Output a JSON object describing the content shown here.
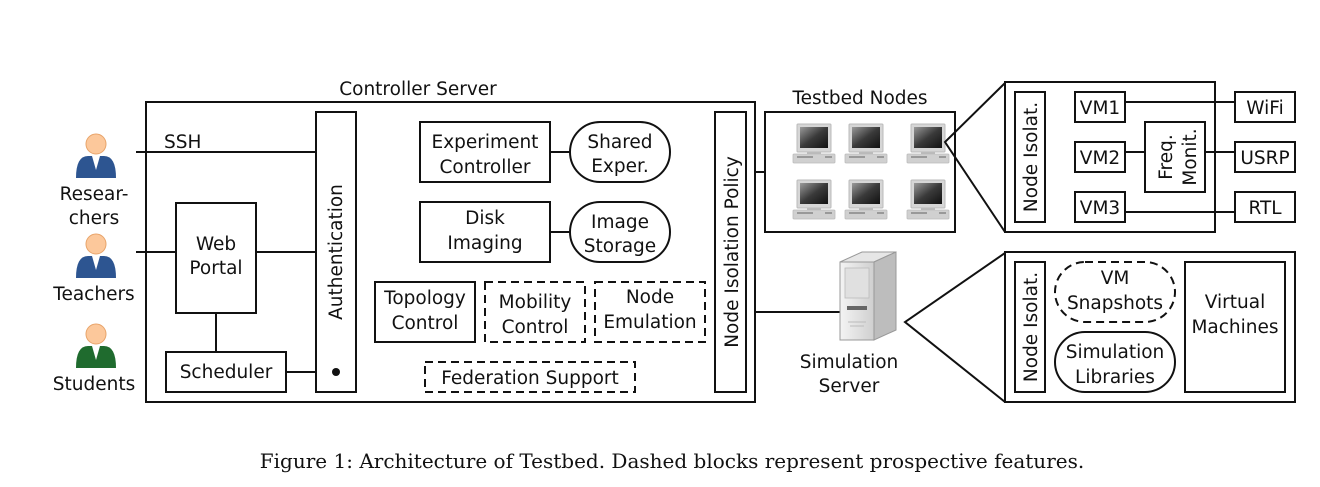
{
  "users": [
    {
      "label_lines": [
        "Resear-",
        "chers"
      ],
      "color": "#2d5591"
    },
    {
      "label_lines": [
        "Teachers"
      ],
      "color": "#2d5591"
    },
    {
      "label_lines": [
        "Students"
      ],
      "color": "#1f6b2e"
    }
  ],
  "skin_color": "#fcc89b",
  "controller": {
    "title": "Controller Server",
    "ssh_label": "SSH",
    "web_portal": [
      "Web",
      "Portal"
    ],
    "scheduler": "Scheduler",
    "authentication": "Authentication",
    "experiment_controller": [
      "Experiment",
      "Controller"
    ],
    "shared_exper": [
      "Shared",
      "Exper."
    ],
    "disk_imaging": [
      "Disk",
      "Imaging"
    ],
    "image_storage": [
      "Image",
      "Storage"
    ],
    "topology_control": [
      "Topology",
      "Control"
    ],
    "mobility_control": [
      "Mobility",
      "Control"
    ],
    "node_emulation": [
      "Node",
      "Emulation"
    ],
    "federation_support": "Federation Support",
    "node_isolation_policy": "Node Isolation Policy"
  },
  "testbed": {
    "title": "Testbed Nodes",
    "node_count": 6
  },
  "simulation_server": {
    "label_lines": [
      "Simulation",
      "Server"
    ]
  },
  "node_detail": {
    "node_isolat": "Node Isolat.",
    "vms": [
      "VM1",
      "VM2",
      "VM3"
    ],
    "freq_monit": [
      "Freq.",
      "Monit."
    ],
    "radios": [
      "WiFi",
      "USRP",
      "RTL"
    ]
  },
  "sim_detail": {
    "node_isolat": "Node Isolat.",
    "vm_snapshots": [
      "VM",
      "Snapshots"
    ],
    "simulation_libraries": [
      "Simulation",
      "Libraries"
    ],
    "virtual_machines": [
      "Virtual",
      "Machines"
    ]
  },
  "caption": "Figure 1: Architecture of Testbed. Dashed blocks represent prospective features."
}
